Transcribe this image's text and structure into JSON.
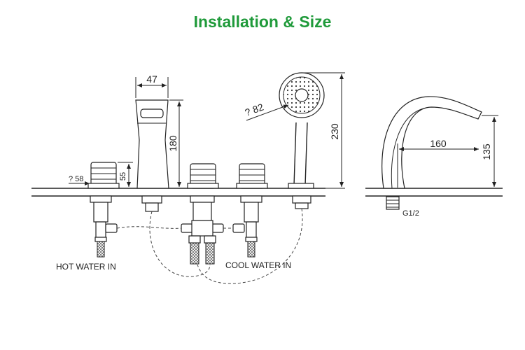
{
  "title": "Installation & Size",
  "accent_color": "#1f9a3a",
  "dimensions": {
    "spout_width": "47",
    "spout_height": "180",
    "valve_height": "55",
    "valve_diameter": "? 58",
    "handshower_diameter": "? 82",
    "handshower_height": "230",
    "side_reach": "160",
    "side_height": "135"
  },
  "labels": {
    "hot_water": "HOT WATER IN",
    "cool_water": "COOL WATER IN",
    "thread": "G1/2"
  }
}
